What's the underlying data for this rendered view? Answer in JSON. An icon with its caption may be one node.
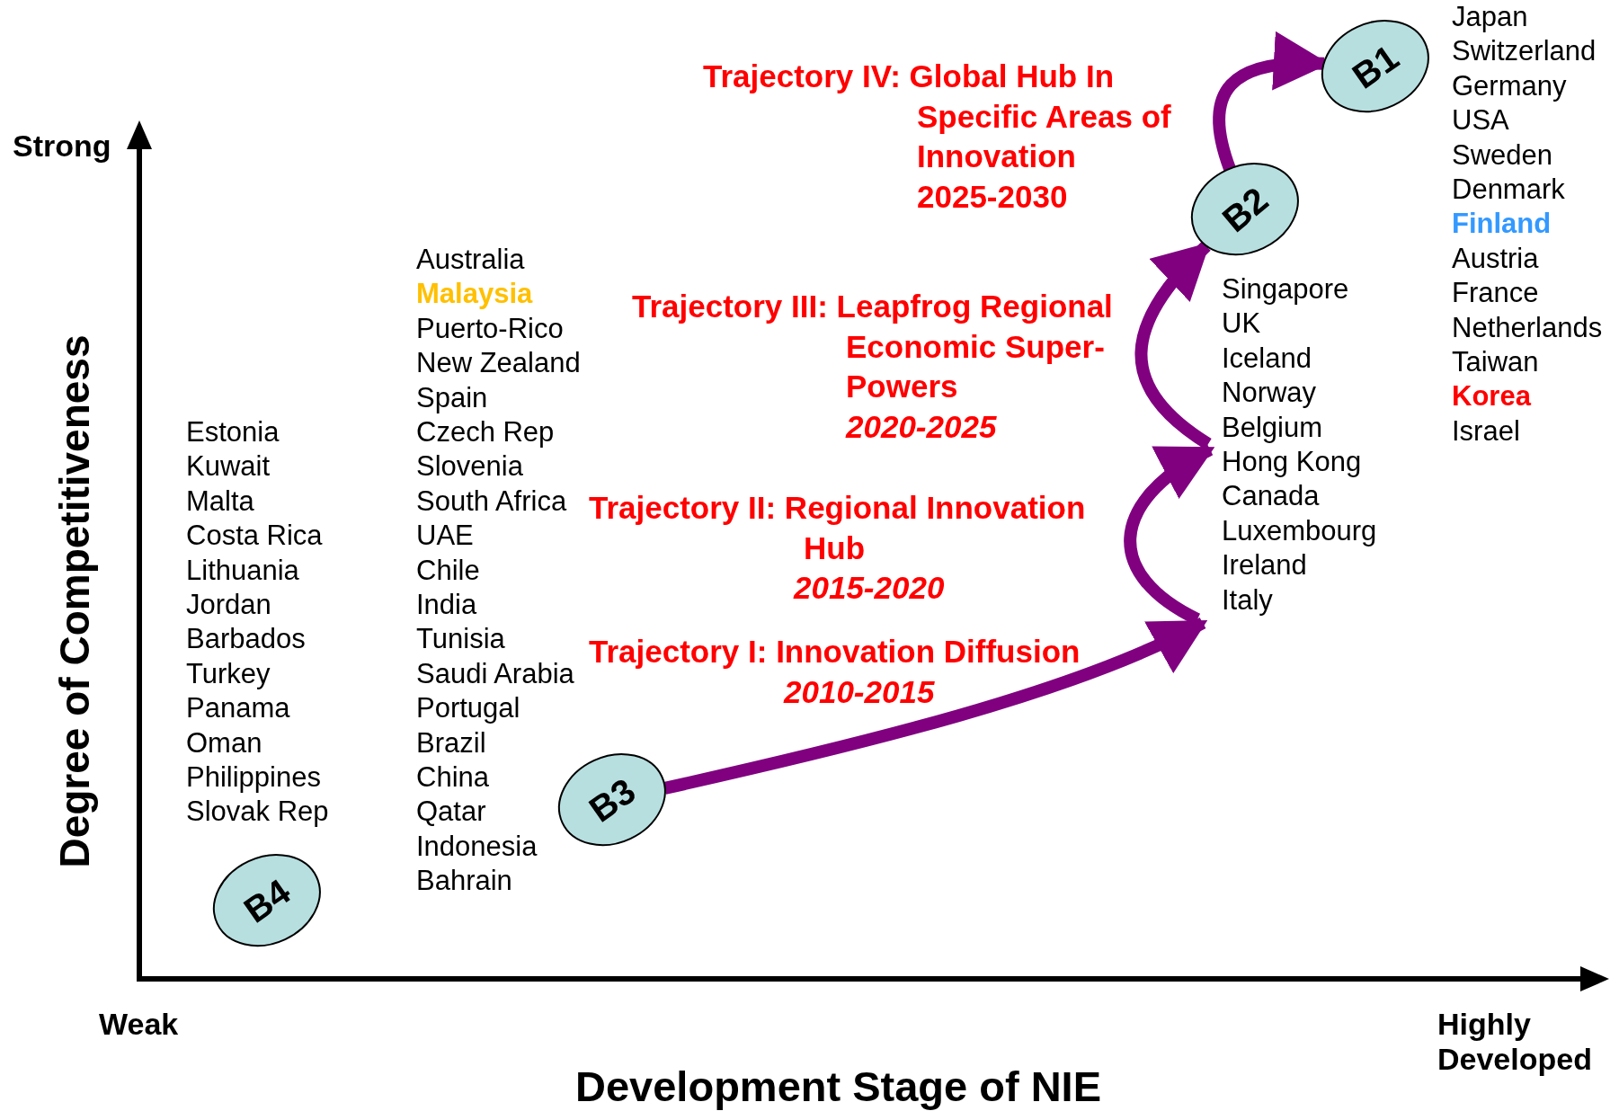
{
  "diagram": {
    "nodes": [
      {
        "text": [
          "B1"
        ],
        "beside": [
          "Japan",
          "Switzerland",
          "Germany",
          "USA",
          "Sweden",
          "Denmark",
          "Finland",
          "Austria",
          "France",
          "Netherlands",
          "Taiwan",
          "Korea",
          "Israel"
        ]
      },
      {
        "text": [
          "B2"
        ],
        "beside": [
          "Singapore",
          "UK",
          "Iceland",
          "Norway",
          "Belgium",
          "Hong Kong",
          "Canada",
          "Luxembourg",
          "Ireland",
          "Italy"
        ]
      },
      {
        "text": [
          "B3"
        ],
        "beside": [
          "Australia",
          "Malaysia",
          "Puerto-Rico",
          "New Zealand",
          "Spain",
          "Czech Rep",
          "Slovenia",
          "South Africa",
          "UAE",
          "Chile",
          "India",
          "Tunisia",
          "Saudi Arabia",
          "Portugal",
          "Brazil",
          "China",
          "Qatar",
          "Indonesia",
          "Bahrain"
        ]
      },
      {
        "text": [
          "B4"
        ],
        "beside": [
          "Estonia",
          "Kuwait",
          "Malta",
          "Costa Rica",
          "Lithuania",
          "Jordan",
          "Barbados",
          "Turkey",
          "Panama",
          "Oman",
          "Philippines",
          "Slovak Rep"
        ]
      }
    ],
    "edges": [
      {
        "from": 2,
        "to": 1,
        "arrow": "to",
        "label": "Trajectory I: Innovation Diffusion *2010-2015*"
      },
      {
        "from": null,
        "to": 1,
        "arrow": "to",
        "label": "Trajectory II: Regional Innovation Hub *2015-2020*"
      },
      {
        "from": null,
        "to": 1,
        "arrow": "to",
        "label": "Trajectory III: Leapfrog Regional Economic Super- Powers *2020-2025*"
      },
      {
        "from": 1,
        "to": 0,
        "arrow": "to",
        "label": "Trajectory IV: Global Hub In Specific Areas of Innovation 2025-2030"
      }
    ],
    "labels": [
      "Strong",
      "Degree of Competitiveness",
      "Weak",
      "Highly Developed",
      "Development Stage of NIE"
    ]
  }
}
